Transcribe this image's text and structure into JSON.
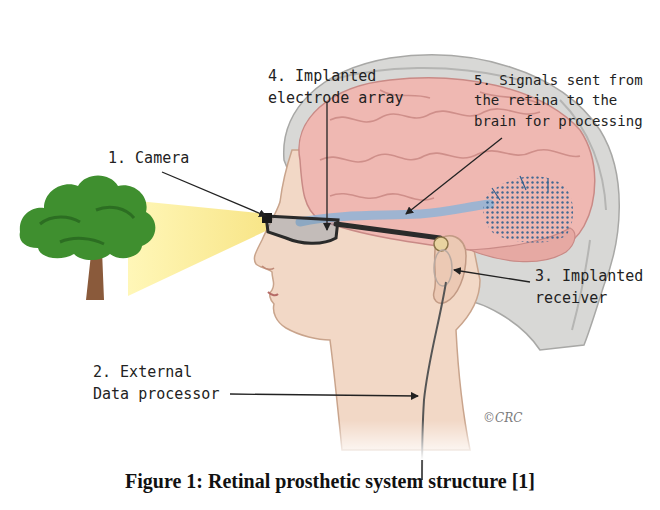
{
  "diagram": {
    "caption": "Figure 1: Retinal prosthetic system structure [1]",
    "labels": [
      "1. Camera",
      "2. External Data processor",
      "3. Implanted receiver",
      "4. Implanted electrode array",
      "5. Signals sent from the retina to the brain for processing",
      "©CRC"
    ]
  }
}
